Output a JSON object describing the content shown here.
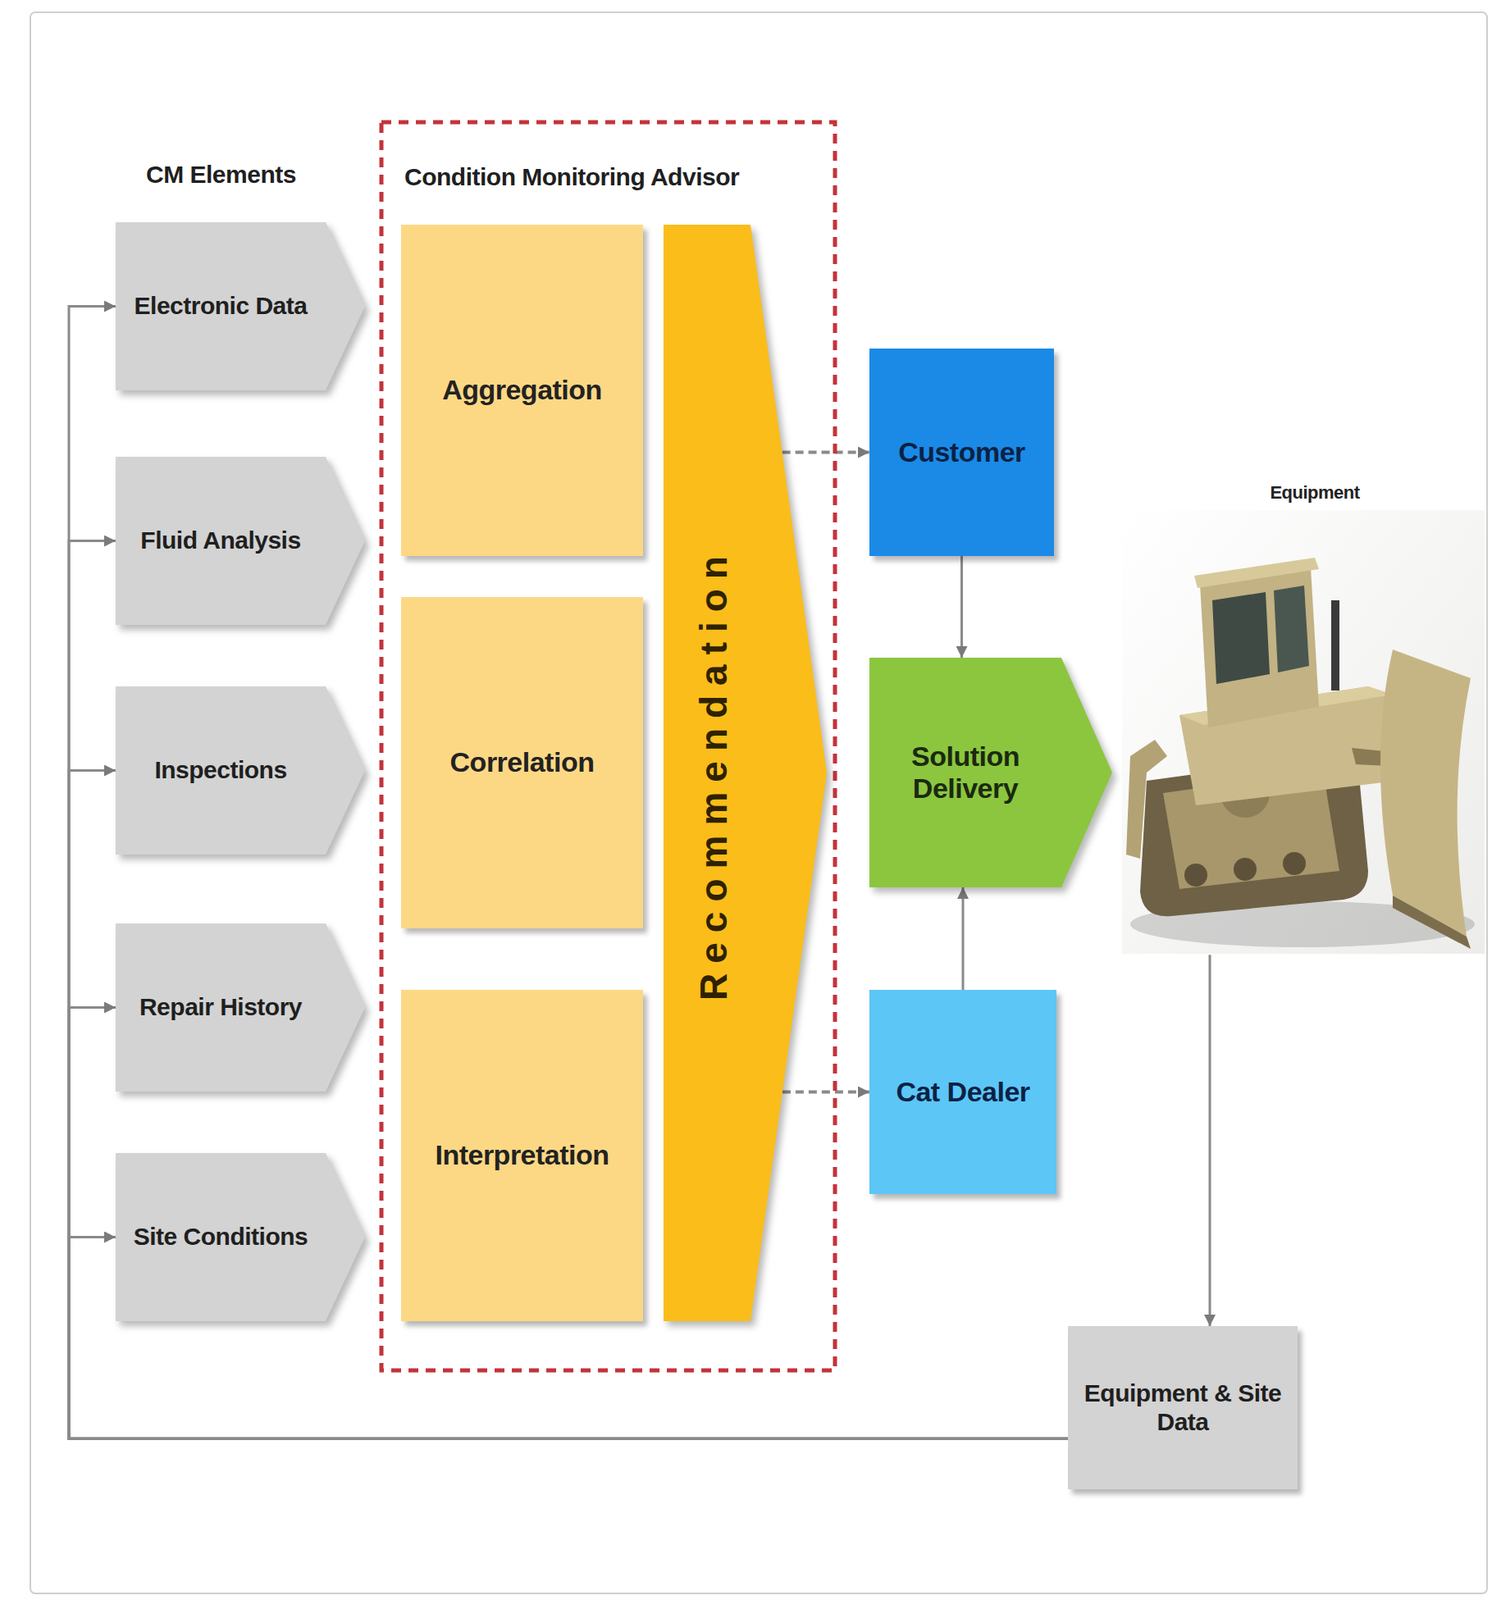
{
  "diagram": {
    "nodes": [
      {
        "text": [
          "Electronic Data"
        ]
      },
      {
        "text": [
          "Fluid Analysis"
        ]
      },
      {
        "text": [
          "Inspections"
        ]
      },
      {
        "text": [
          "Repair History"
        ]
      },
      {
        "text": [
          "Site Conditions"
        ]
      },
      {
        "text": [
          "Condition Monitoring Advisor"
        ]
      },
      {
        "text": [
          "Aggregation"
        ],
        "in": 5
      },
      {
        "text": [
          "Correlation"
        ],
        "in": 5
      },
      {
        "text": [
          "Interpretation"
        ],
        "in": 5
      },
      {
        "text": [
          "Recommendation"
        ],
        "in": 5
      },
      {
        "text": [
          "Customer"
        ]
      },
      {
        "text": [
          "Solution Delivery"
        ]
      },
      {
        "text": [
          "Cat Dealer"
        ]
      },
      {
        "text": [
          "Equipment"
        ]
      },
      {
        "text": [
          "Equipment & Site Data"
        ]
      }
    ],
    "edges": [
      {
        "from": 14,
        "to": 0,
        "arrow": "to"
      },
      {
        "from": 14,
        "to": 1,
        "arrow": "to"
      },
      {
        "from": 14,
        "to": 2,
        "arrow": "to"
      },
      {
        "from": 14,
        "to": 3,
        "arrow": "to"
      },
      {
        "from": 14,
        "to": 4,
        "arrow": "to"
      },
      {
        "from": 9,
        "to": 10,
        "arrow": "to"
      },
      {
        "from": 9,
        "to": 12,
        "arrow": "to"
      },
      {
        "from": 10,
        "to": 11,
        "arrow": "to"
      },
      {
        "from": 12,
        "to": 11,
        "arrow": "to"
      },
      {
        "from": 13,
        "to": 14,
        "arrow": "to"
      }
    ],
    "labels": [
      "CM Elements"
    ]
  }
}
